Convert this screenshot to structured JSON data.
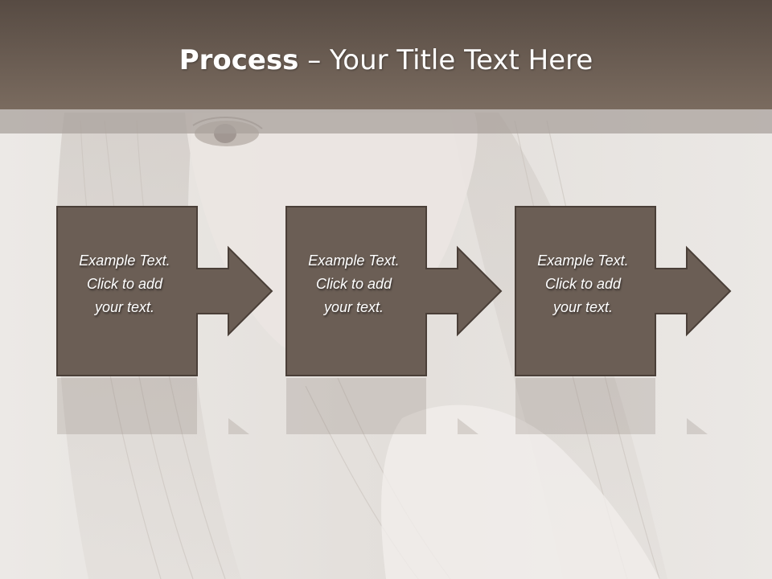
{
  "slide": {
    "title_bold": "Process",
    "title_rest": " – Your Title Text Here"
  },
  "process": {
    "steps": [
      {
        "text": "Example Text.\nClick  to add\nyour text."
      },
      {
        "text": "Example Text.\nClick  to add\nyour text."
      },
      {
        "text": "Example Text.\nClick  to add\nyour text."
      }
    ]
  },
  "colors": {
    "header_dark": "#574b43",
    "header_light": "#7a6b5f",
    "box_fill": "#6b5e55",
    "box_border": "#4a3f38",
    "arrow_fill": "#6b5e55"
  }
}
